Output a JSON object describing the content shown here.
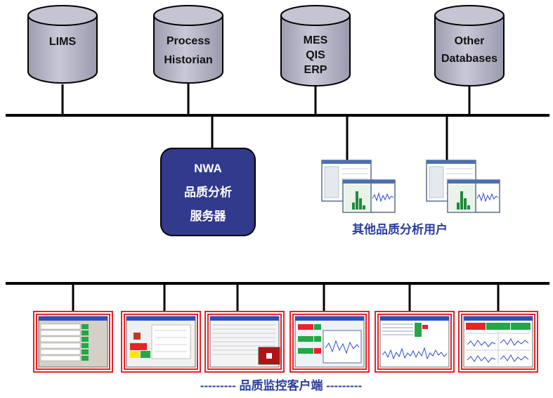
{
  "databases": [
    {
      "lines": [
        "LIMS"
      ]
    },
    {
      "lines": [
        "Process",
        "Historian"
      ]
    },
    {
      "lines": [
        "MES",
        "QIS",
        "ERP"
      ]
    },
    {
      "lines": [
        "Other",
        "Databases"
      ]
    }
  ],
  "server": {
    "lines": [
      "NWA",
      "品质分析",
      "服务器"
    ]
  },
  "other_users_label": "其他品质分析用户",
  "monitor_label": "--------- 品质监控客户端 ---------",
  "colors": {
    "db_fill": "#b9b9c9",
    "server_fill": "#323a8c",
    "label_blue": "#2b3d9c",
    "frame_red": "#e8232a"
  }
}
